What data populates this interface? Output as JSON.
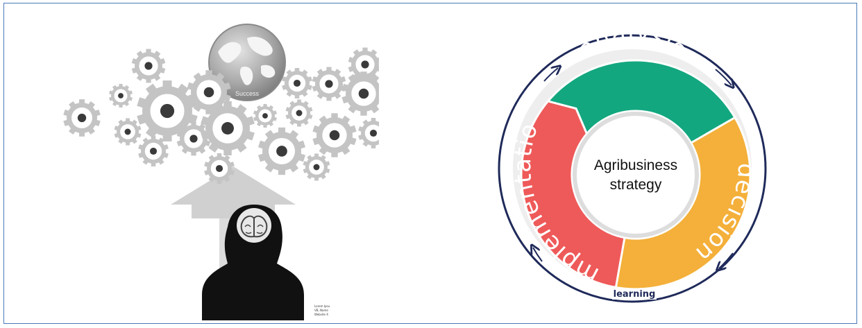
{
  "left_illustration": {
    "globe_caption": "Success",
    "credit_lines": [
      "Lorem Ipsu",
      "VB, Name",
      "Website X"
    ]
  },
  "cycle_diagram": {
    "segments": [
      {
        "label": "analysis",
        "color": "#13a77f"
      },
      {
        "label": "decision",
        "color": "#f4b03a"
      },
      {
        "label": "implementation",
        "color": "#ee5a59"
      }
    ],
    "center_lines": [
      "Agribusiness",
      "strategy"
    ],
    "outer_label": "learning",
    "outer_ring_color": "#1f2a5a"
  }
}
